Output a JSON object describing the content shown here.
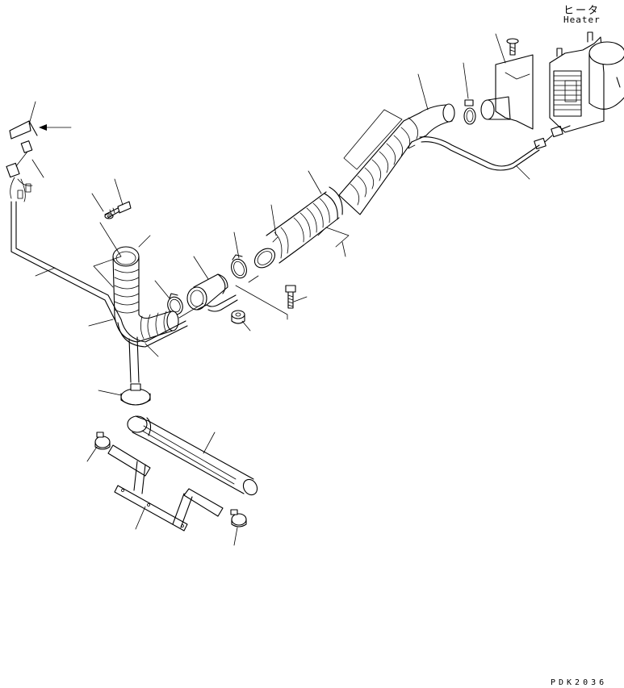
{
  "labels": {
    "heater_jp": "ヒータ",
    "heater_en": "Heater",
    "figure_code": "PDK2036"
  },
  "icons": {
    "heater_unit": "heater-unit-icon",
    "duct_hose": "corrugated-duct-icon",
    "hose_clamp": "hose-clamp-icon",
    "bolt": "bolt-icon",
    "wire_harness": "wire-harness-icon",
    "bracket": "bracket-icon"
  },
  "colors": {
    "line": "#000000",
    "background": "#ffffff"
  }
}
